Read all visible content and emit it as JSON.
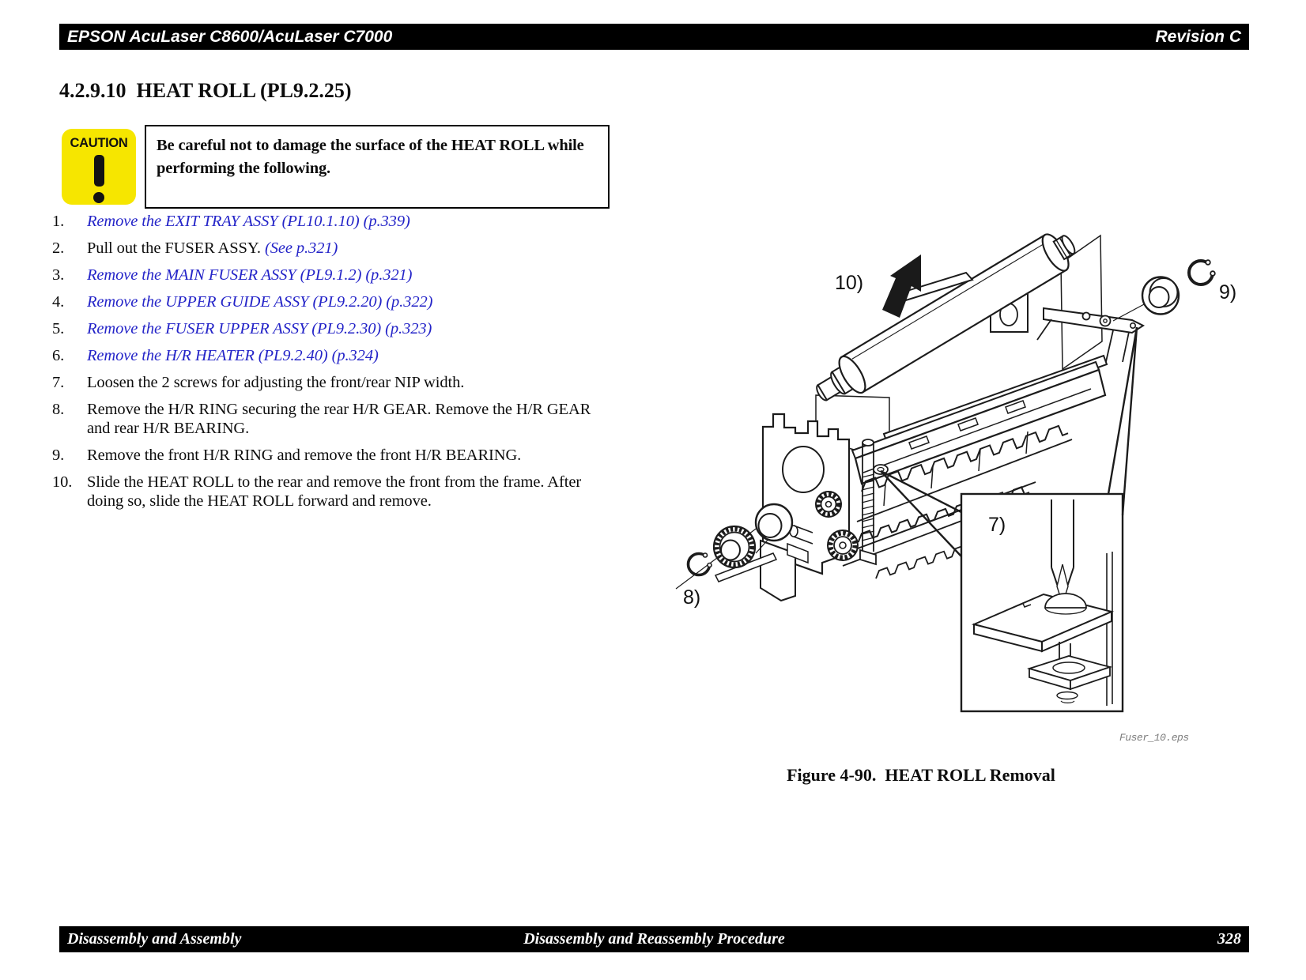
{
  "header": {
    "left": "EPSON AcuLaser C8600/AcuLaser C7000",
    "right": "Revision C"
  },
  "section_title": "4.2.9.10  HEAT ROLL (PL9.2.25)",
  "caution": {
    "label": "CAUTION",
    "text": "Be careful not to damage the surface of the HEAT ROLL while performing the following."
  },
  "steps": [
    {
      "num": "1.",
      "segments": [
        {
          "text": "Remove the EXIT TRAY ASSY (PL10.1.10) (p.339)",
          "link": true
        }
      ]
    },
    {
      "num": "2.",
      "segments": [
        {
          "text": "Pull out the FUSER ASSY. ",
          "link": false
        },
        {
          "text": "(See p.321)",
          "link": true
        }
      ]
    },
    {
      "num": "3.",
      "segments": [
        {
          "text": "Remove the MAIN FUSER ASSY (PL9.1.2) (p.321)",
          "link": true
        }
      ]
    },
    {
      "num": "4.",
      "segments": [
        {
          "text": "Remove the UPPER GUIDE ASSY (PL9.2.20) (p.322)",
          "link": true
        }
      ]
    },
    {
      "num": "5.",
      "segments": [
        {
          "text": "Remove the FUSER UPPER ASSY (PL9.2.30) (p.323)",
          "link": true
        }
      ]
    },
    {
      "num": "6.",
      "segments": [
        {
          "text": "Remove the H/R HEATER (PL9.2.40) (p.324)",
          "link": true
        }
      ]
    },
    {
      "num": "7.",
      "segments": [
        {
          "text": "Loosen the 2 screws for adjusting the front/rear NIP width.",
          "link": false
        }
      ]
    },
    {
      "num": "8.",
      "segments": [
        {
          "text": "Remove the H/R RING securing the rear H/R GEAR. Remove the H/R GEAR and rear H/R BEARING.",
          "link": false
        }
      ]
    },
    {
      "num": "9.",
      "segments": [
        {
          "text": "Remove the front H/R RING and remove the front H/R BEARING.",
          "link": false
        }
      ]
    },
    {
      "num": "10.",
      "segments": [
        {
          "text": "Slide the HEAT ROLL to the rear and remove the front from the frame. After doing so, slide the HEAT ROLL forward and remove.",
          "link": false
        }
      ]
    }
  ],
  "figure": {
    "labels": {
      "l10": "10)",
      "l9": "9)",
      "l8": "8)",
      "l7": "7)"
    },
    "filename": "Fuser_10.eps",
    "caption": "Figure 4-90.  HEAT ROLL Removal"
  },
  "footer": {
    "left": "Disassembly and Assembly",
    "center": "Disassembly and Reassembly Procedure",
    "page_number": "328"
  },
  "colors": {
    "link_blue": "#2424c8",
    "caution_yellow": "#f6e600",
    "bar_black": "#000000"
  }
}
